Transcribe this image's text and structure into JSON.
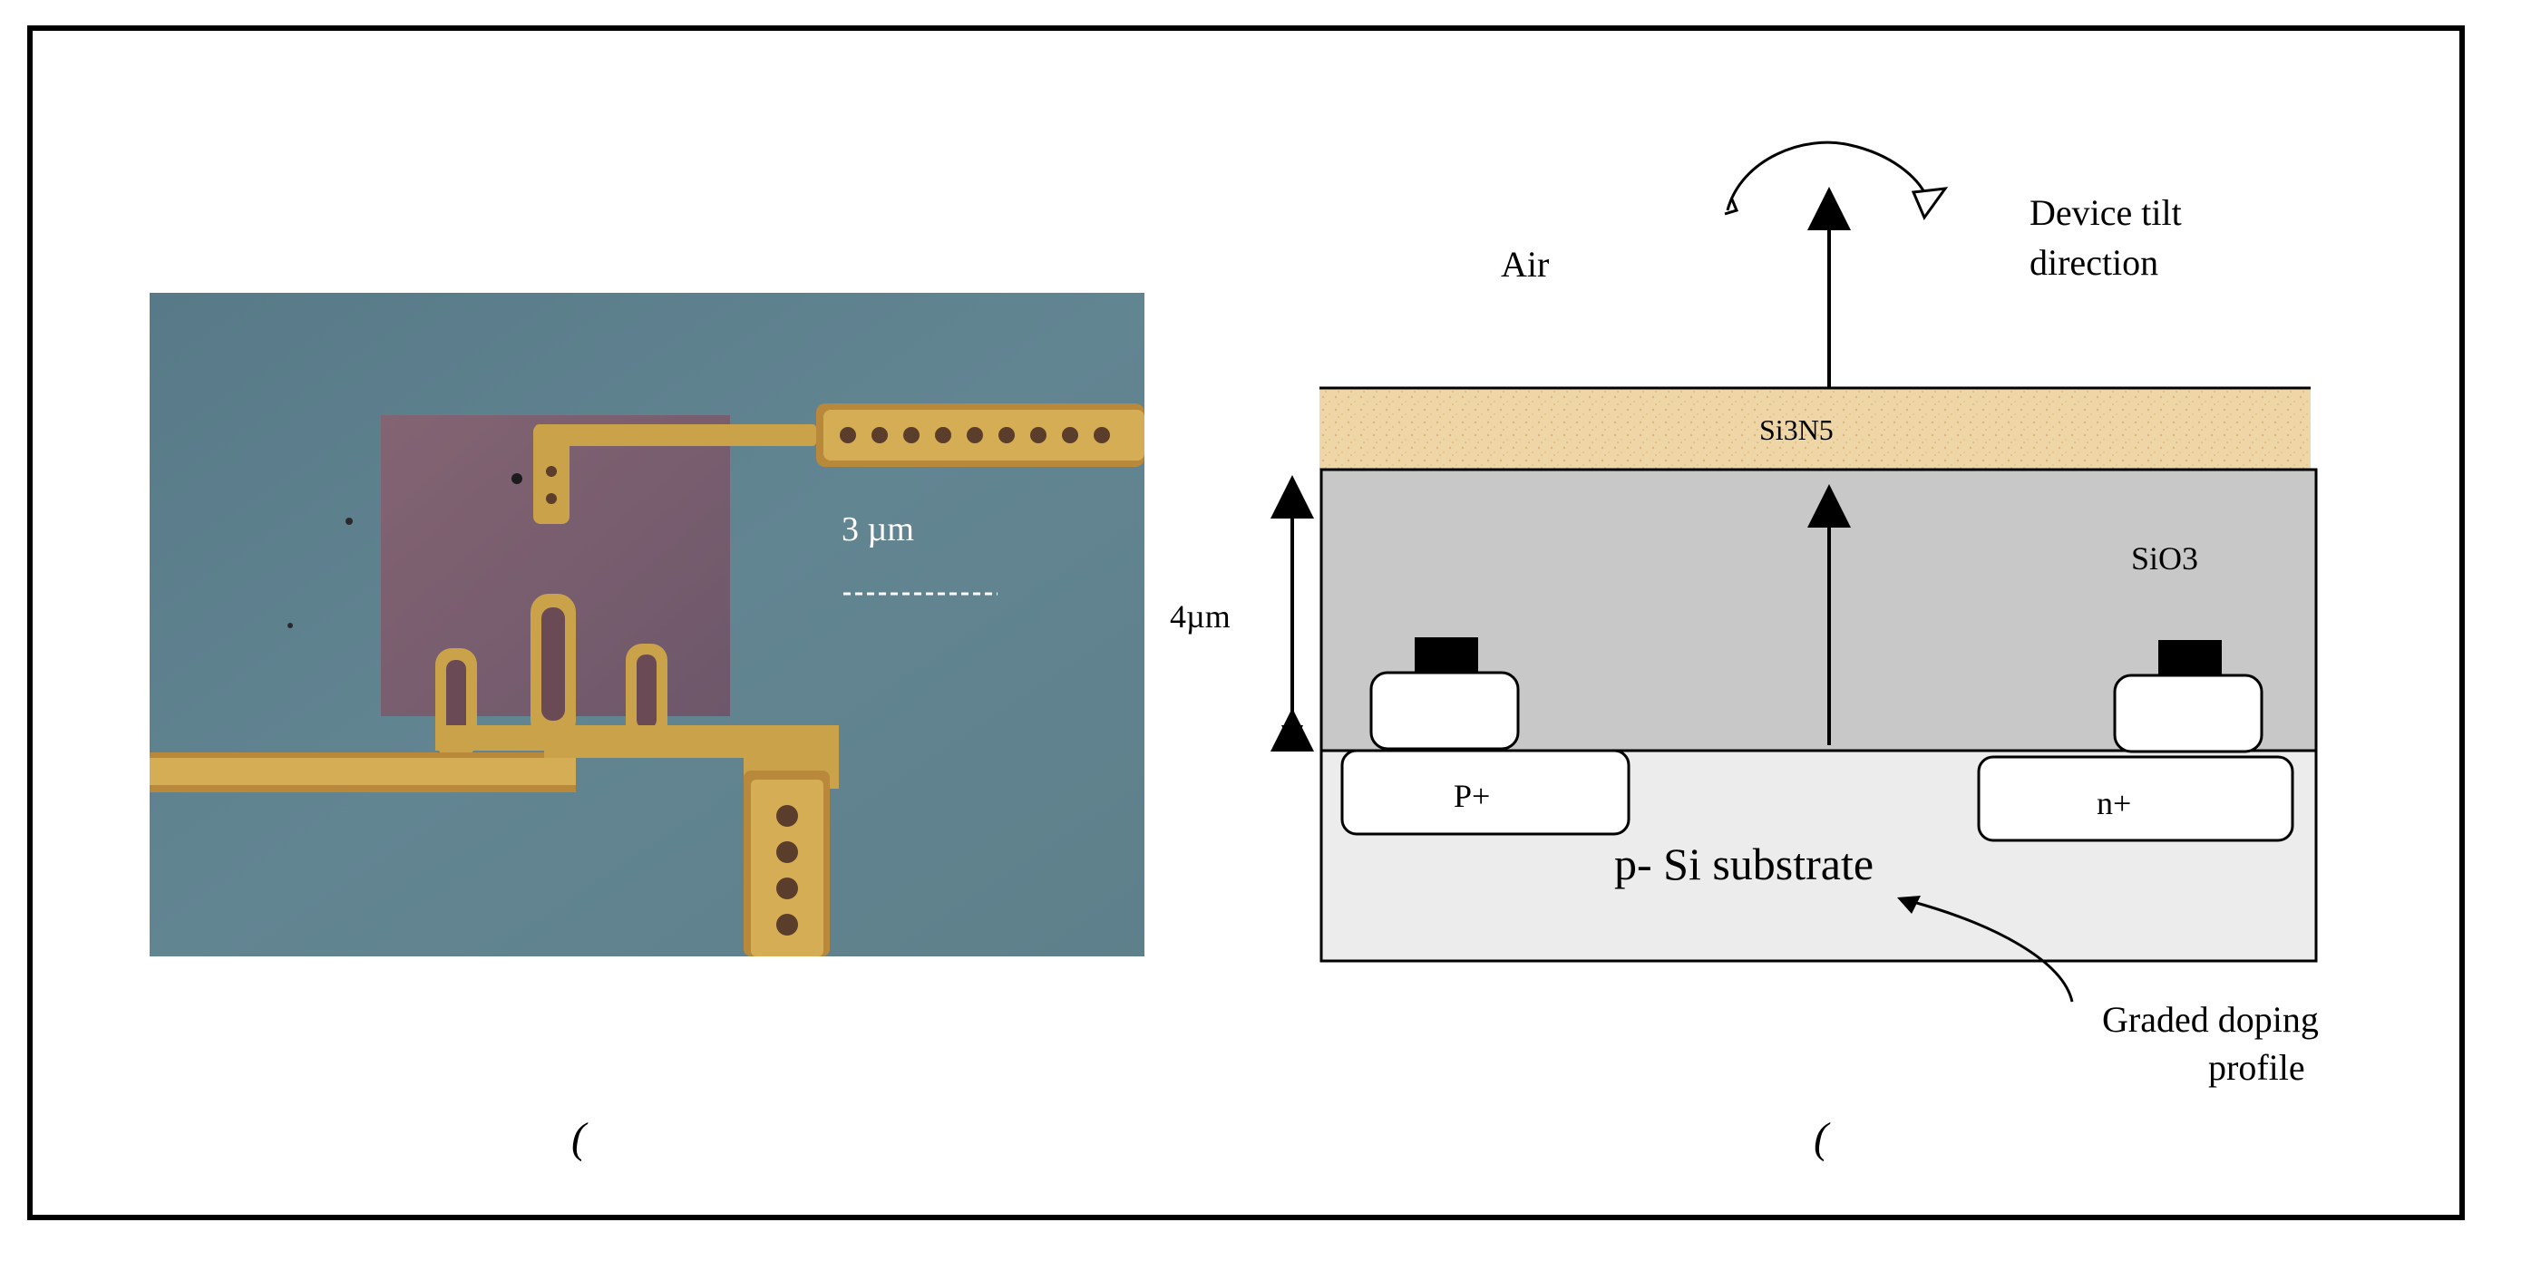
{
  "micrograph": {
    "scale_label": "3  µm"
  },
  "cross_section": {
    "top_label": "Air",
    "tilt_label_line1": "Device tilt",
    "tilt_label_line2": "direction",
    "nitride_label": "Si3N5",
    "oxide_label": "SiO3",
    "thickness_label": "4µm",
    "p_region_label": "P+",
    "n_region_label": "n+",
    "substrate_label": "p- Si substrate",
    "doping_label_line1": "Graded doping",
    "doping_label_line2": "profile"
  },
  "captions": {
    "left": "(",
    "right": "("
  },
  "colors": {
    "frame": "#000000",
    "nitride": "#efd6a6",
    "oxide": "#c8c8c8",
    "substrate": "#ececec",
    "micrograph_bg": "#5d7f8c",
    "gold": "#c9a24a"
  }
}
